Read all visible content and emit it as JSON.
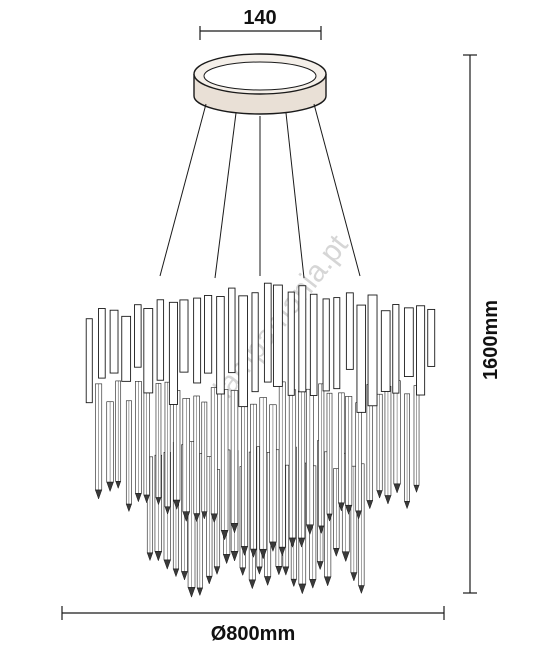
{
  "dimensions": {
    "canopy_diameter": "140",
    "total_height": "1600mm",
    "fixture_diameter": "Ø800mm"
  },
  "watermark": "lampamania.pt",
  "colors": {
    "line": "#1a1a1a",
    "canopy_fill": "#e9e0d6",
    "rod_fill": "#ffffff",
    "crystal_dark": "#3a3a3a",
    "watermark": "#d6d6d6"
  }
}
